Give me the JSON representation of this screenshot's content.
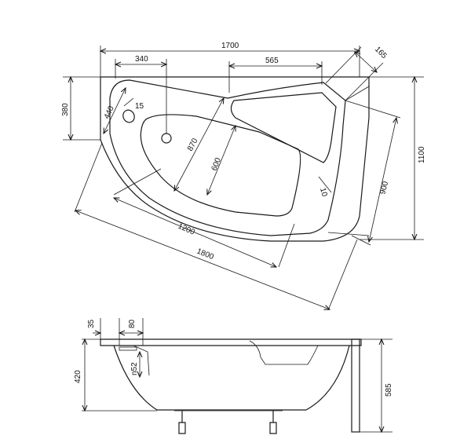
{
  "top_view": {
    "width_total": "1700",
    "depth_total": "1100",
    "depth_side": "380",
    "offset_left": "340",
    "shelf_width": "565",
    "corner_cut": "165",
    "drain_offset": "440",
    "overflow_hole": "15",
    "inner_length": "870",
    "inner_width": "600",
    "tilt": "10",
    "side_length": "900",
    "inner_diag": "1200",
    "outer_diag": "1800"
  },
  "side_view": {
    "rim_height": "35",
    "rim_offset": "80",
    "drain_dia": "n52",
    "tub_height": "420",
    "total_height": "585"
  }
}
